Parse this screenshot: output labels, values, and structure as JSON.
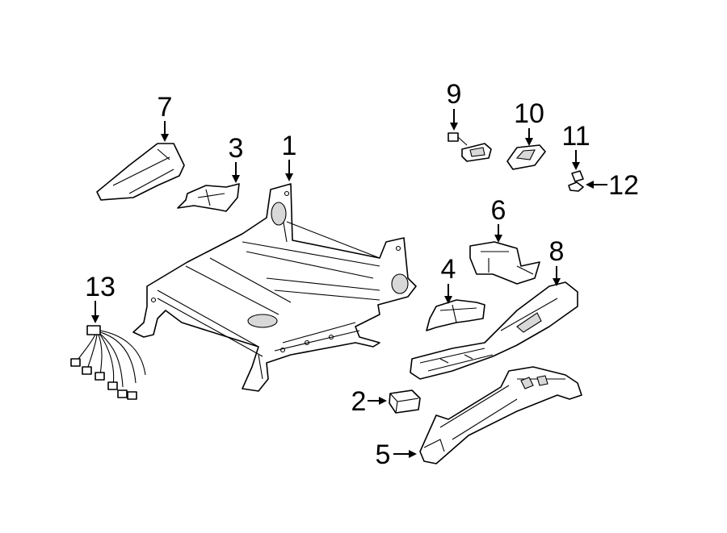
{
  "diagram": {
    "background": "#ffffff",
    "line_color": "#000000",
    "callouts": [
      "1",
      "2",
      "3",
      "4",
      "5",
      "6",
      "7",
      "8",
      "9",
      "10",
      "11",
      "12",
      "13"
    ]
  }
}
